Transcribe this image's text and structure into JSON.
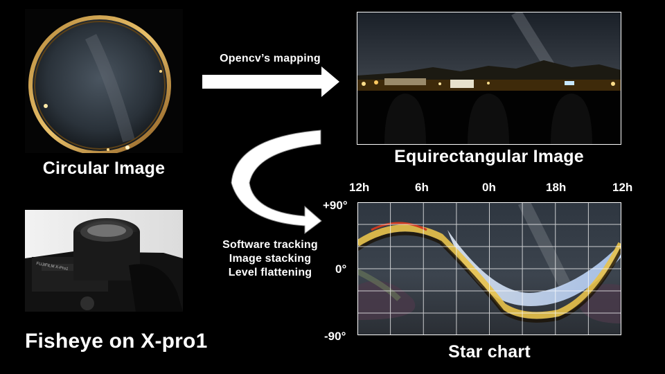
{
  "panels": {
    "circular": {
      "caption": "Circular Image"
    },
    "equirect": {
      "caption": "Equirectangular Image"
    },
    "starchart": {
      "caption": "Star chart"
    },
    "camera": {
      "caption": "Fisheye on X-pro1",
      "engraving": "FUJIFILM X-Pro1"
    }
  },
  "arrows": {
    "mapping_label": "Opencv’s mapping",
    "processing_steps": [
      "Software tracking",
      "Image stacking",
      "Level flattening"
    ]
  },
  "star_chart_axes": {
    "ra_ticks": [
      "12h",
      "6h",
      "0h",
      "18h",
      "12h"
    ],
    "dec_ticks": [
      "+90°",
      "0°",
      "-90°"
    ]
  }
}
